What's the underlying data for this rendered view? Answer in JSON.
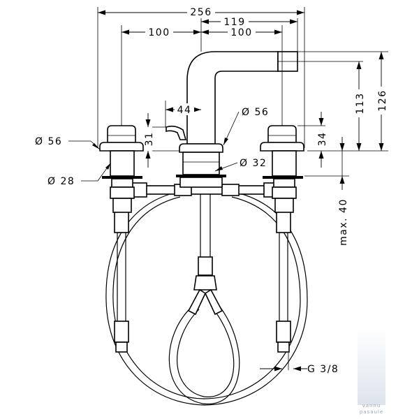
{
  "dimensions": {
    "total_width": "256",
    "left_spacing": "100",
    "right_spacing": "100",
    "spout_projection": "119",
    "lever_offset": "44",
    "body_diameter": "Ø 56",
    "handle_diameter": "Ø 56",
    "shank_diameter": "Ø 28",
    "spout_shank_diameter": "Ø 32",
    "lever_height": "31",
    "handle_height": "34",
    "spout_outlet_height": "113",
    "spout_total_height": "126",
    "max_deck_thickness": "max. 40",
    "connection_thread": "G 3/8"
  },
  "watermark": {
    "line1": "vannu",
    "line2": "pasaule"
  },
  "colors": {
    "line": "#000000",
    "background": "#ffffff",
    "watermark": "#c9d4df"
  }
}
